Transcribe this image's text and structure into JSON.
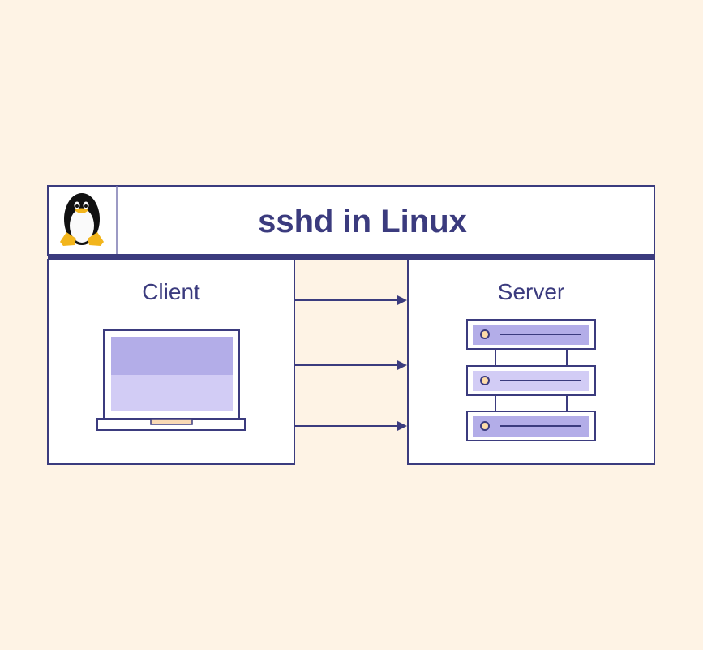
{
  "title": "sshd in Linux",
  "client_label": "Client",
  "server_label": "Server",
  "icons": {
    "logo": "linux-penguin-icon",
    "client": "laptop-icon",
    "server": "server-rack-icon"
  },
  "colors": {
    "background": "#fef3e5",
    "stroke": "#3b3b7e",
    "accent_dark": "#b3ade8",
    "accent_light": "#d2ccf5",
    "led": "#fddca8"
  }
}
